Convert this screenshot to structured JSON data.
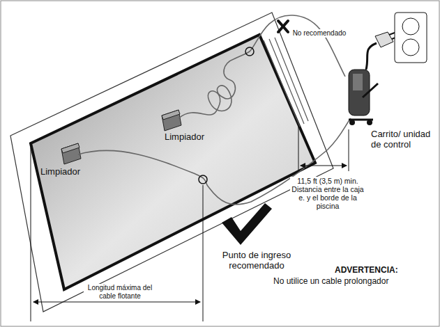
{
  "diagram": {
    "labels": [
      "No recomendado",
      "Limpiador",
      "Limpiador",
      "Carrito/ unidad de control",
      "11,5 ft (3,5 m) min. Distancia entre la caja e. y el borde de la piscina",
      "Punto de ingreso recomendado",
      "ADVERTENCIA:",
      "No utilice un cable prolongador",
      "Longitud máxima del cable flotante"
    ]
  }
}
